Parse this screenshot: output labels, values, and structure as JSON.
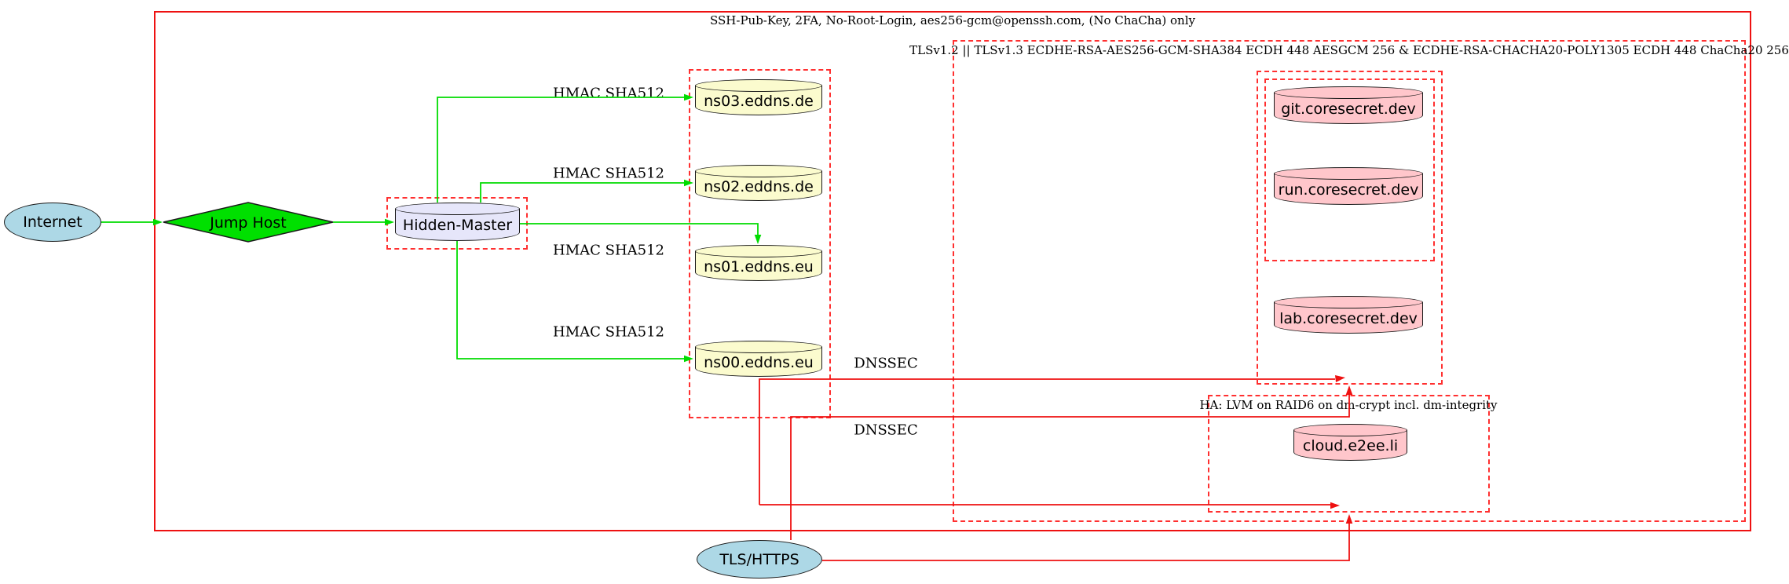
{
  "clusters": {
    "ssh_policy": {
      "label": "SSH-Pub-Key, 2FA, No-Root-Login, aes256-gcm@openssh.com, (No ChaCha) only"
    },
    "tls_policy": {
      "label": "TLSv1.2 || TLSv1.3 ECDHE-RSA-AES256-GCM-SHA384 ECDH 448 AESGCM 256 & ECDHE-RSA-CHACHA20-POLY1305 ECDH 448 ChaCha20 256"
    },
    "ha_storage": {
      "label": "HA: LVM on RAID6 on dm-crypt incl. dm-integrity"
    }
  },
  "nodes": {
    "internet": "Internet",
    "jump_host": "Jump Host",
    "hidden_master": "Hidden-Master",
    "ns03": "ns03.eddns.de",
    "ns02": "ns02.eddns.de",
    "ns01": "ns01.eddns.eu",
    "ns00": "ns00.eddns.eu",
    "git": "git.coresecret.dev",
    "run": "run.coresecret.dev",
    "lab": "lab.coresecret.dev",
    "cloud": "cloud.e2ee.li",
    "tls_https": "TLS/HTTPS"
  },
  "edge_labels": {
    "hmac_ns03": "HMAC SHA512",
    "hmac_ns02": "HMAC SHA512",
    "hmac_ns01": "HMAC SHA512",
    "hmac_ns00": "HMAC SHA512",
    "dnssec_upper": "DNSSEC",
    "dnssec_lower": "DNSSEC"
  },
  "colors": {
    "node-blue": "#add8e6",
    "node-green": "#00e000",
    "node-lavender": "#e6e6fa",
    "node-yellow": "#fbfbce",
    "node-pink": "#ffc6cb",
    "edge-green": "#00dc00",
    "edge-red": "#ee1111",
    "border-red-dashed": "#ff3030"
  }
}
